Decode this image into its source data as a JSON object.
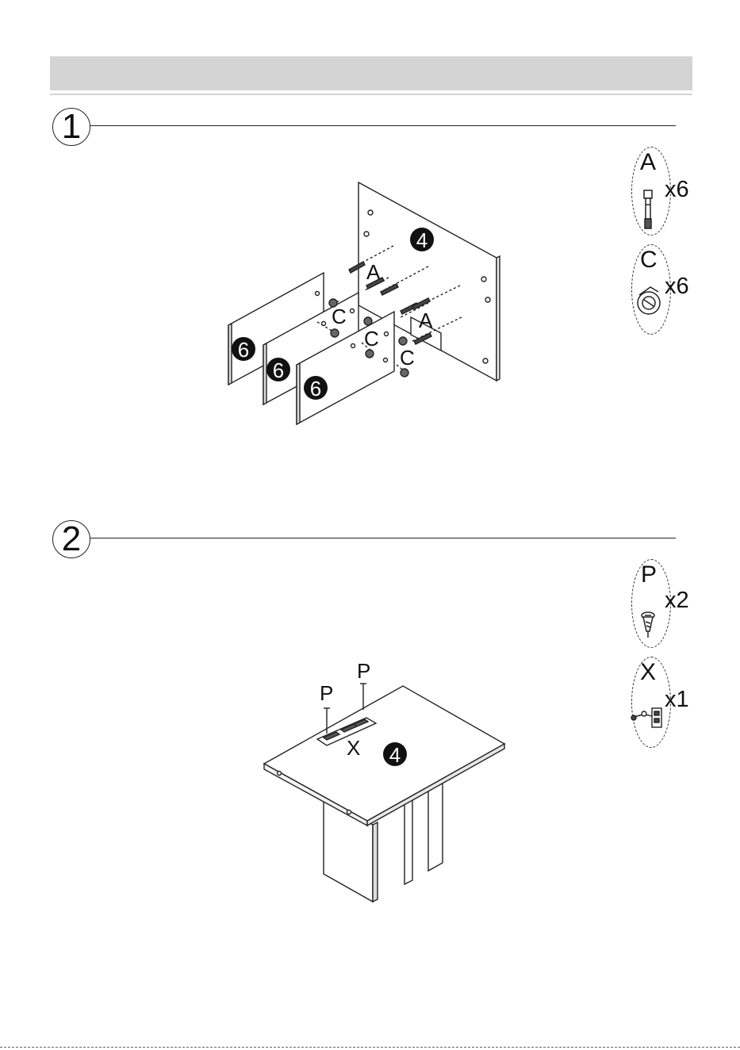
{
  "steps": [
    {
      "number": "1",
      "labels": {
        "panel_top": "4",
        "shelf": "6",
        "bolt": "A",
        "cam": "C"
      },
      "hardware": [
        {
          "letter": "A",
          "qty": "x6",
          "icon": "cam-bolt-icon"
        },
        {
          "letter": "C",
          "qty": "x6",
          "icon": "cam-lock-icon"
        }
      ]
    },
    {
      "number": "2",
      "labels": {
        "panel_top": "4",
        "screw_left": "P",
        "screw_right": "P",
        "socket": "X"
      },
      "hardware": [
        {
          "letter": "P",
          "qty": "x2",
          "icon": "screw-icon"
        },
        {
          "letter": "X",
          "qty": "x1",
          "icon": "power-socket-icon"
        }
      ]
    }
  ]
}
